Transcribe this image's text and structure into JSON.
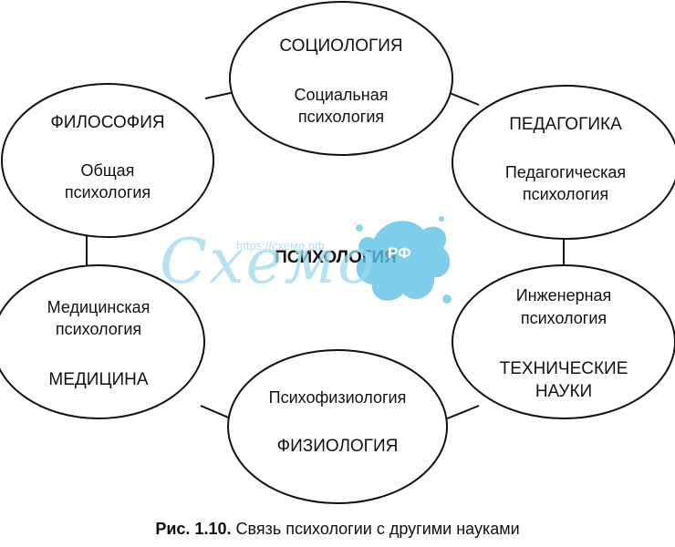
{
  "center_label": "ПСИХОЛОГИЯ",
  "nodes": {
    "sociology": {
      "title": "СОЦИОЛОГИЯ",
      "sub1": "Социальная",
      "sub2": "психология"
    },
    "philosophy": {
      "title": "ФИЛОСОФИЯ",
      "sub1": "Общая",
      "sub2": "психология"
    },
    "pedagogy": {
      "title": "ПЕДАГОГИКА",
      "sub1": "Педагогическая",
      "sub2": "психология"
    },
    "medicine": {
      "sub1": "Медицинская",
      "sub2": "психология",
      "title": "МЕДИЦИНА"
    },
    "engineering": {
      "sub1": "Инженерная",
      "sub2": "психология",
      "title1": "ТЕХНИЧЕСКИЕ",
      "title2": "НАУКИ"
    },
    "physiology": {
      "sub1": "Психофизиология",
      "title": "ФИЗИОЛОГИЯ"
    }
  },
  "caption": {
    "label": "Рис. 1.10.",
    "text": "Связь психологии с другими науками"
  },
  "watermark": {
    "script": "Схемо",
    "badge": "РФ",
    "url": "https://схемо.рф"
  },
  "colors": {
    "stroke": "#111111",
    "watermark": "#9fd9ee",
    "watermark_badge": "#5cc1e6"
  }
}
